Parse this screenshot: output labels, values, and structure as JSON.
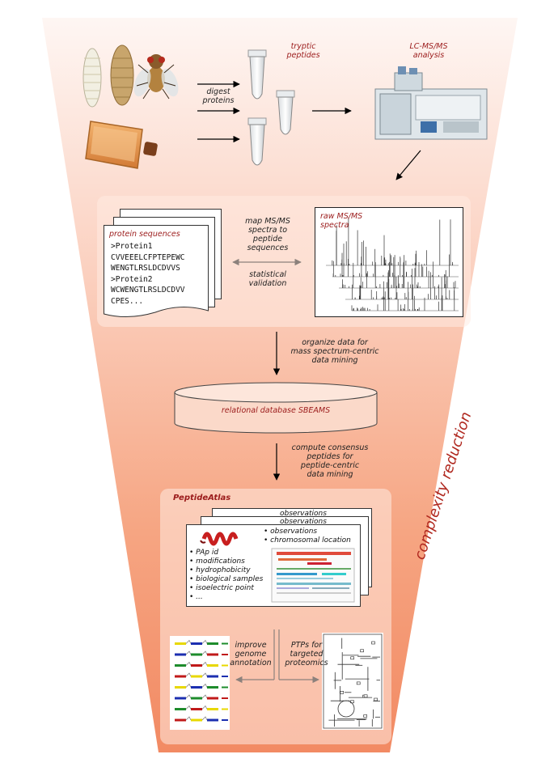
{
  "steps": {
    "tryptic": [
      "tryptic",
      "peptides"
    ],
    "lcms": [
      "LC-MS/MS",
      "analysis"
    ],
    "digest": [
      "digest",
      "proteins"
    ],
    "protein_sequences_title": "protein sequences",
    "protein_lines": [
      ">Protein1",
      "CVVEEELCFPTEPEWC",
      "WENGTLRSLDCDVVS",
      ">Protein2",
      "WCWENGTLRSLDCDVV",
      "CPES..."
    ],
    "map": [
      "map MS/MS",
      "spectra to",
      "peptide",
      "sequences"
    ],
    "validation": [
      "statistical",
      "validation"
    ],
    "raw_title": [
      "raw MS/MS",
      "spectra"
    ],
    "organize": [
      "organize data for",
      "mass spectrum-centric",
      "data mining"
    ],
    "database": "relational database SBEAMS",
    "consensus": [
      "compute consensus",
      "peptides for",
      "peptide-centric",
      "data mining"
    ],
    "atlas_title": "PeptideAtlas",
    "atlas_bullets_right": [
      "observations",
      "chromosomal location"
    ],
    "atlas_bullets_left": [
      "PAp id",
      "modifications",
      "hydrophobicity",
      "biological samples",
      "isoelectric point",
      "..."
    ],
    "back_sheet_text": [
      "observations",
      "observations",
      "chromosomal location"
    ],
    "improve": [
      "improve",
      "genome",
      "annotation"
    ],
    "ptps": [
      "PTPs for",
      "targeted",
      "proteomics"
    ],
    "side_label": "complexity reduction"
  },
  "colors": {
    "funnel_top": "#fdf3ef",
    "funnel_bottom": "#f38f69",
    "label_red": "#9b1b1b"
  }
}
